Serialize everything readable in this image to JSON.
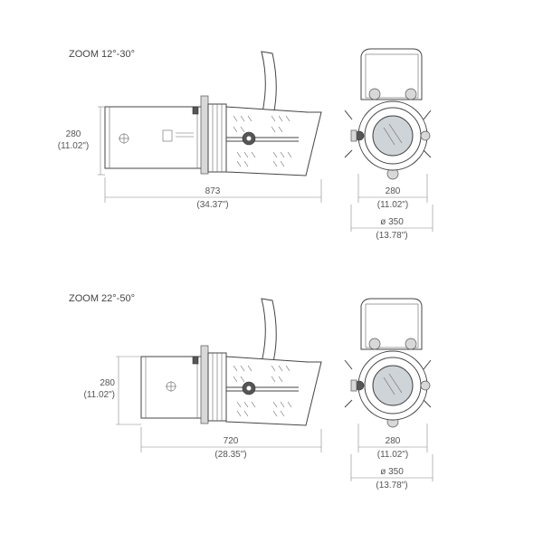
{
  "figures": [
    {
      "title": "ZOOM 12°-30°",
      "height_mm": "280",
      "height_in": "(11.02\")",
      "length_mm": "873",
      "length_in": "(34.37\")",
      "front_width_mm": "280",
      "front_width_in": "(11.02\")",
      "diameter_mm": "ø 350",
      "diameter_in": "(13.78\")"
    },
    {
      "title": "ZOOM 22°-50°",
      "height_mm": "280",
      "height_in": "(11.02\")",
      "length_mm": "720",
      "length_in": "(28.35\")",
      "front_width_mm": "280",
      "front_width_in": "(11.02\")",
      "diameter_mm": "ø 350",
      "diameter_in": "(13.78\")"
    }
  ]
}
